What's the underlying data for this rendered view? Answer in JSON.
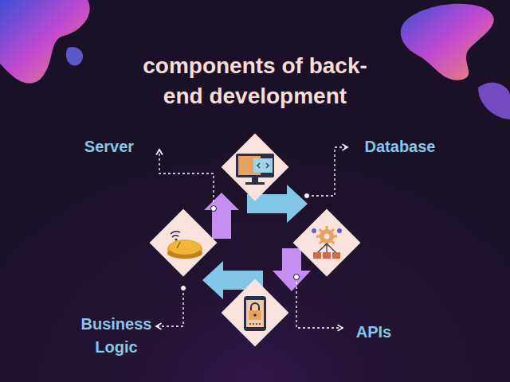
{
  "diagram": {
    "title": "components of back-end development",
    "labels": [
      "Server",
      "Database",
      "Business Logic",
      "APIs"
    ]
  }
}
